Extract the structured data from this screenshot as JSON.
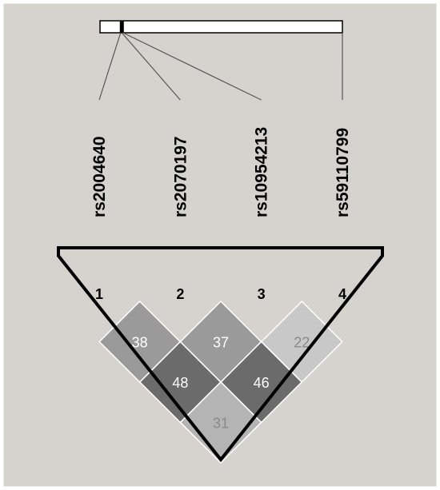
{
  "colors": {
    "background": "#d6d3ce",
    "panel_border": "#ffffff",
    "outline": "#000000",
    "text_dark_cell": "#ffffff",
    "text_light_cell": "#8a8a8a"
  },
  "chart_data": {
    "type": "heatmap",
    "description_visible": "Haploview-style LD triangle",
    "markers": [
      {
        "index": "1",
        "name": "rs2004640",
        "relative_position": 0.085
      },
      {
        "index": "2",
        "name": "rs2070197",
        "relative_position": 0.09
      },
      {
        "index": "3",
        "name": "rs10954213",
        "relative_position": 0.095
      },
      {
        "index": "4",
        "name": "rs59110799",
        "relative_position": 1.0
      }
    ],
    "cells": [
      {
        "i": 1,
        "j": 2,
        "value": "38",
        "fill": "#9a9a9a",
        "text": "#ffffff"
      },
      {
        "i": 2,
        "j": 3,
        "value": "37",
        "fill": "#9a9a9a",
        "text": "#ffffff"
      },
      {
        "i": 3,
        "j": 4,
        "value": "22",
        "fill": "#c8c8c8",
        "text": "#8a8a8a"
      },
      {
        "i": 1,
        "j": 3,
        "value": "48",
        "fill": "#6b6b6b",
        "text": "#ffffff"
      },
      {
        "i": 2,
        "j": 4,
        "value": "46",
        "fill": "#6b6b6b",
        "text": "#ffffff"
      },
      {
        "i": 1,
        "j": 4,
        "value": "31",
        "fill": "#b4b4b4",
        "text": "#8a8a8a"
      }
    ]
  }
}
